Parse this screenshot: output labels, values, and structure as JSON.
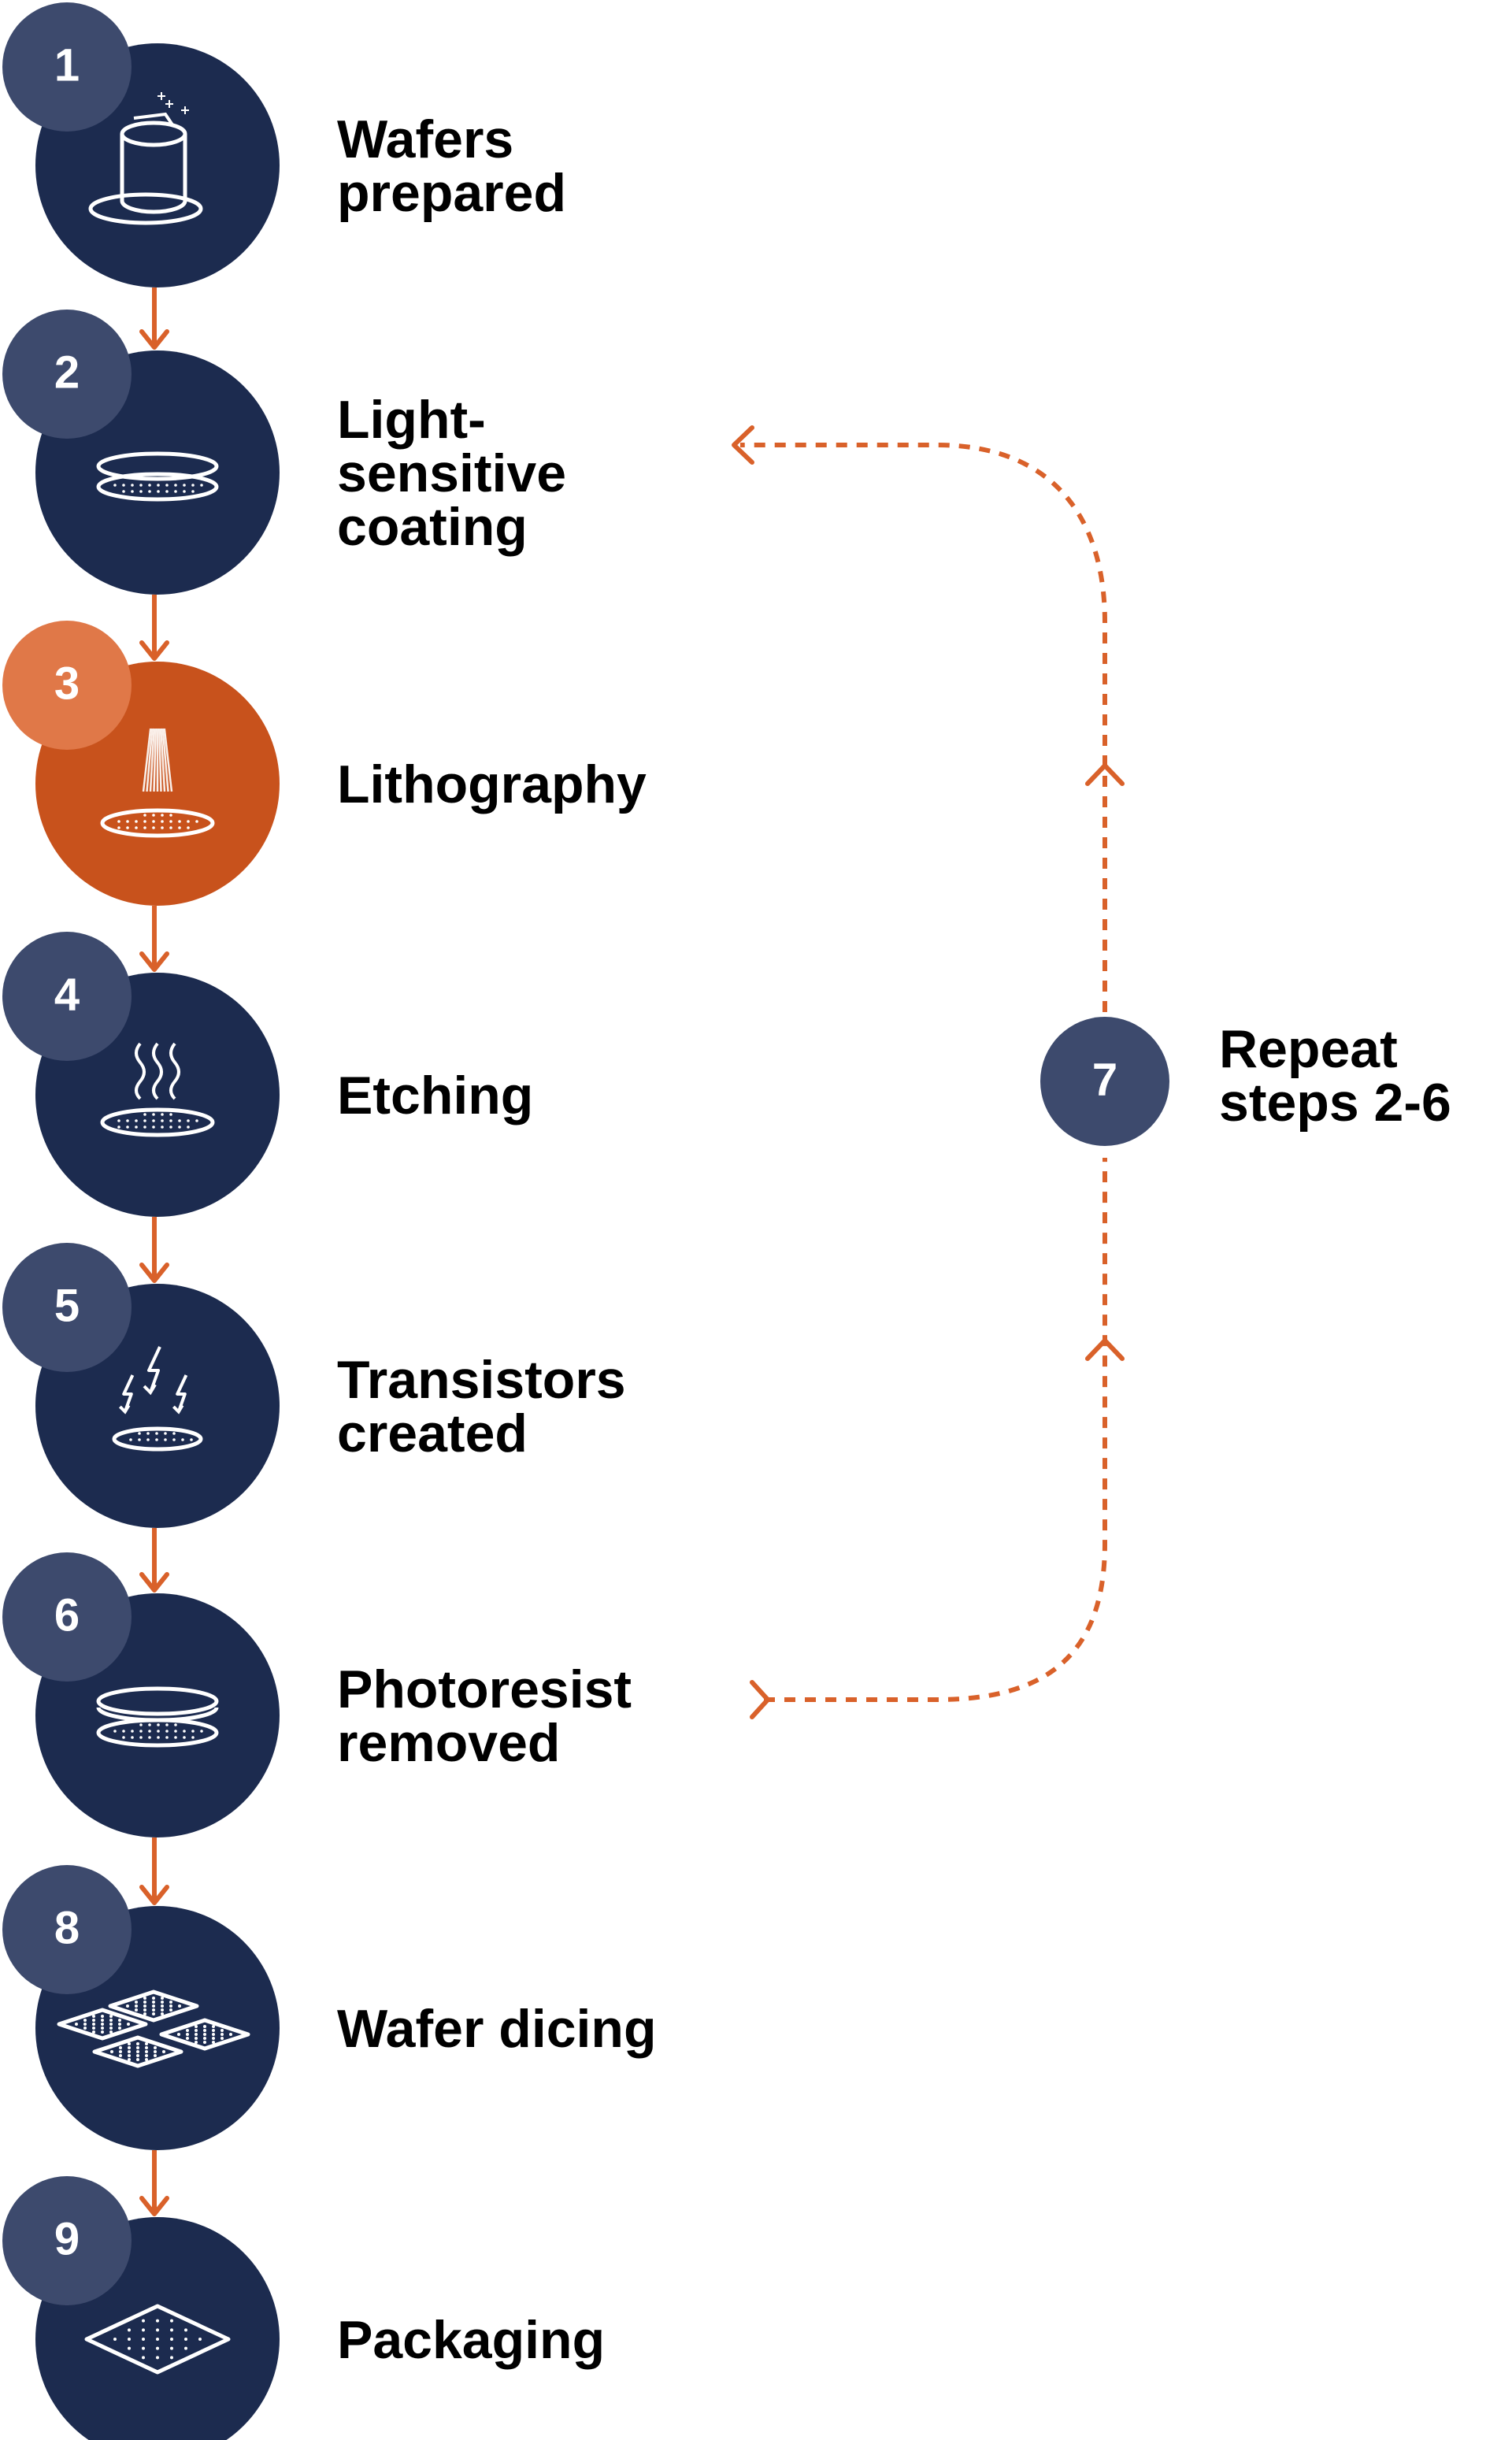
{
  "colors": {
    "navy": "#1c2b4f",
    "badge": "#3d4a6d",
    "orange": "#c8521c",
    "orange_badge": "#e07848",
    "arrow": "#d9612a",
    "icon": "#ffffff"
  },
  "steps": [
    {
      "number": "1",
      "lines": [
        "Wafers",
        "prepared"
      ],
      "icon": "ingot-icon",
      "highlight": false
    },
    {
      "number": "2",
      "lines": [
        "Light-",
        "sensitive",
        "coating"
      ],
      "icon": "coated-wafer-icon",
      "highlight": false
    },
    {
      "number": "3",
      "lines": [
        "Lithography"
      ],
      "icon": "light-beam-wafer-icon",
      "highlight": true
    },
    {
      "number": "4",
      "lines": [
        "Etching"
      ],
      "icon": "heat-waves-wafer-icon",
      "highlight": false
    },
    {
      "number": "5",
      "lines": [
        "Transistors",
        "created"
      ],
      "icon": "lightning-wafer-icon",
      "highlight": false
    },
    {
      "number": "6",
      "lines": [
        "Photoresist",
        "removed"
      ],
      "icon": "stacked-wafer-icon",
      "highlight": false
    },
    {
      "number": "8",
      "lines": [
        "Wafer dicing"
      ],
      "icon": "diced-chips-icon",
      "highlight": false
    },
    {
      "number": "9",
      "lines": [
        "Packaging"
      ],
      "icon": "package-chip-icon",
      "highlight": false
    }
  ],
  "loop": {
    "number": "7",
    "lines": [
      "Repeat",
      "steps 2-6"
    ]
  }
}
